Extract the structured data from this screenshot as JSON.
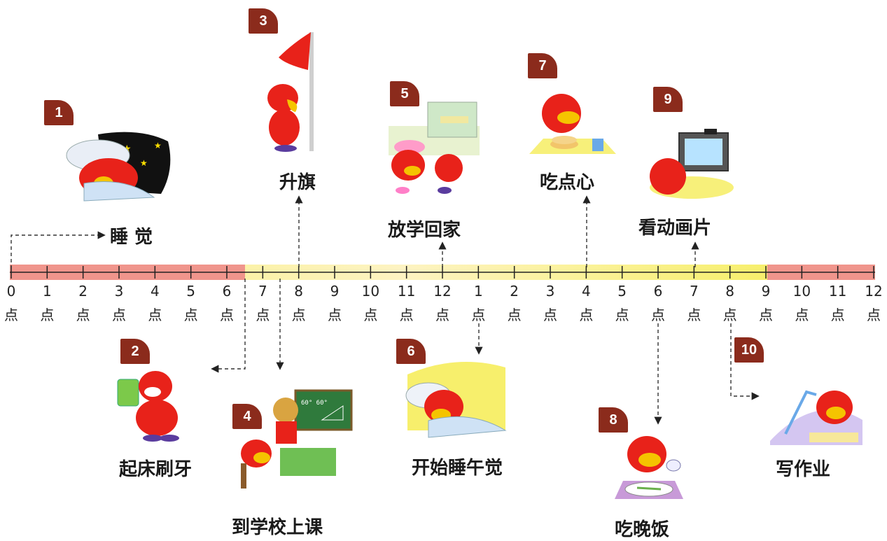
{
  "timeline": {
    "hours": [
      "0",
      "1",
      "2",
      "3",
      "4",
      "5",
      "6",
      "7",
      "8",
      "9",
      "10",
      "11",
      "12",
      "1",
      "2",
      "3",
      "4",
      "5",
      "6",
      "7",
      "8",
      "9",
      "10",
      "11",
      "12"
    ],
    "unit": "点"
  },
  "events": [
    {
      "num": "1",
      "label": "睡  觉"
    },
    {
      "num": "2",
      "label": "起床刷牙"
    },
    {
      "num": "3",
      "label": "升旗"
    },
    {
      "num": "4",
      "label": "到学校上课"
    },
    {
      "num": "5",
      "label": "放学回家"
    },
    {
      "num": "6",
      "label": "开始睡午觉"
    },
    {
      "num": "7",
      "label": "吃点心"
    },
    {
      "num": "8",
      "label": "吃晚饭"
    },
    {
      "num": "9",
      "label": "看动画片"
    },
    {
      "num": "10",
      "label": "写作业"
    }
  ],
  "colors": {
    "night_band": "#f0958c",
    "day_band": "#fbf29f",
    "badge": "#8b2b1c",
    "bird_red": "#e8221a",
    "bird_beak": "#f5c400"
  }
}
